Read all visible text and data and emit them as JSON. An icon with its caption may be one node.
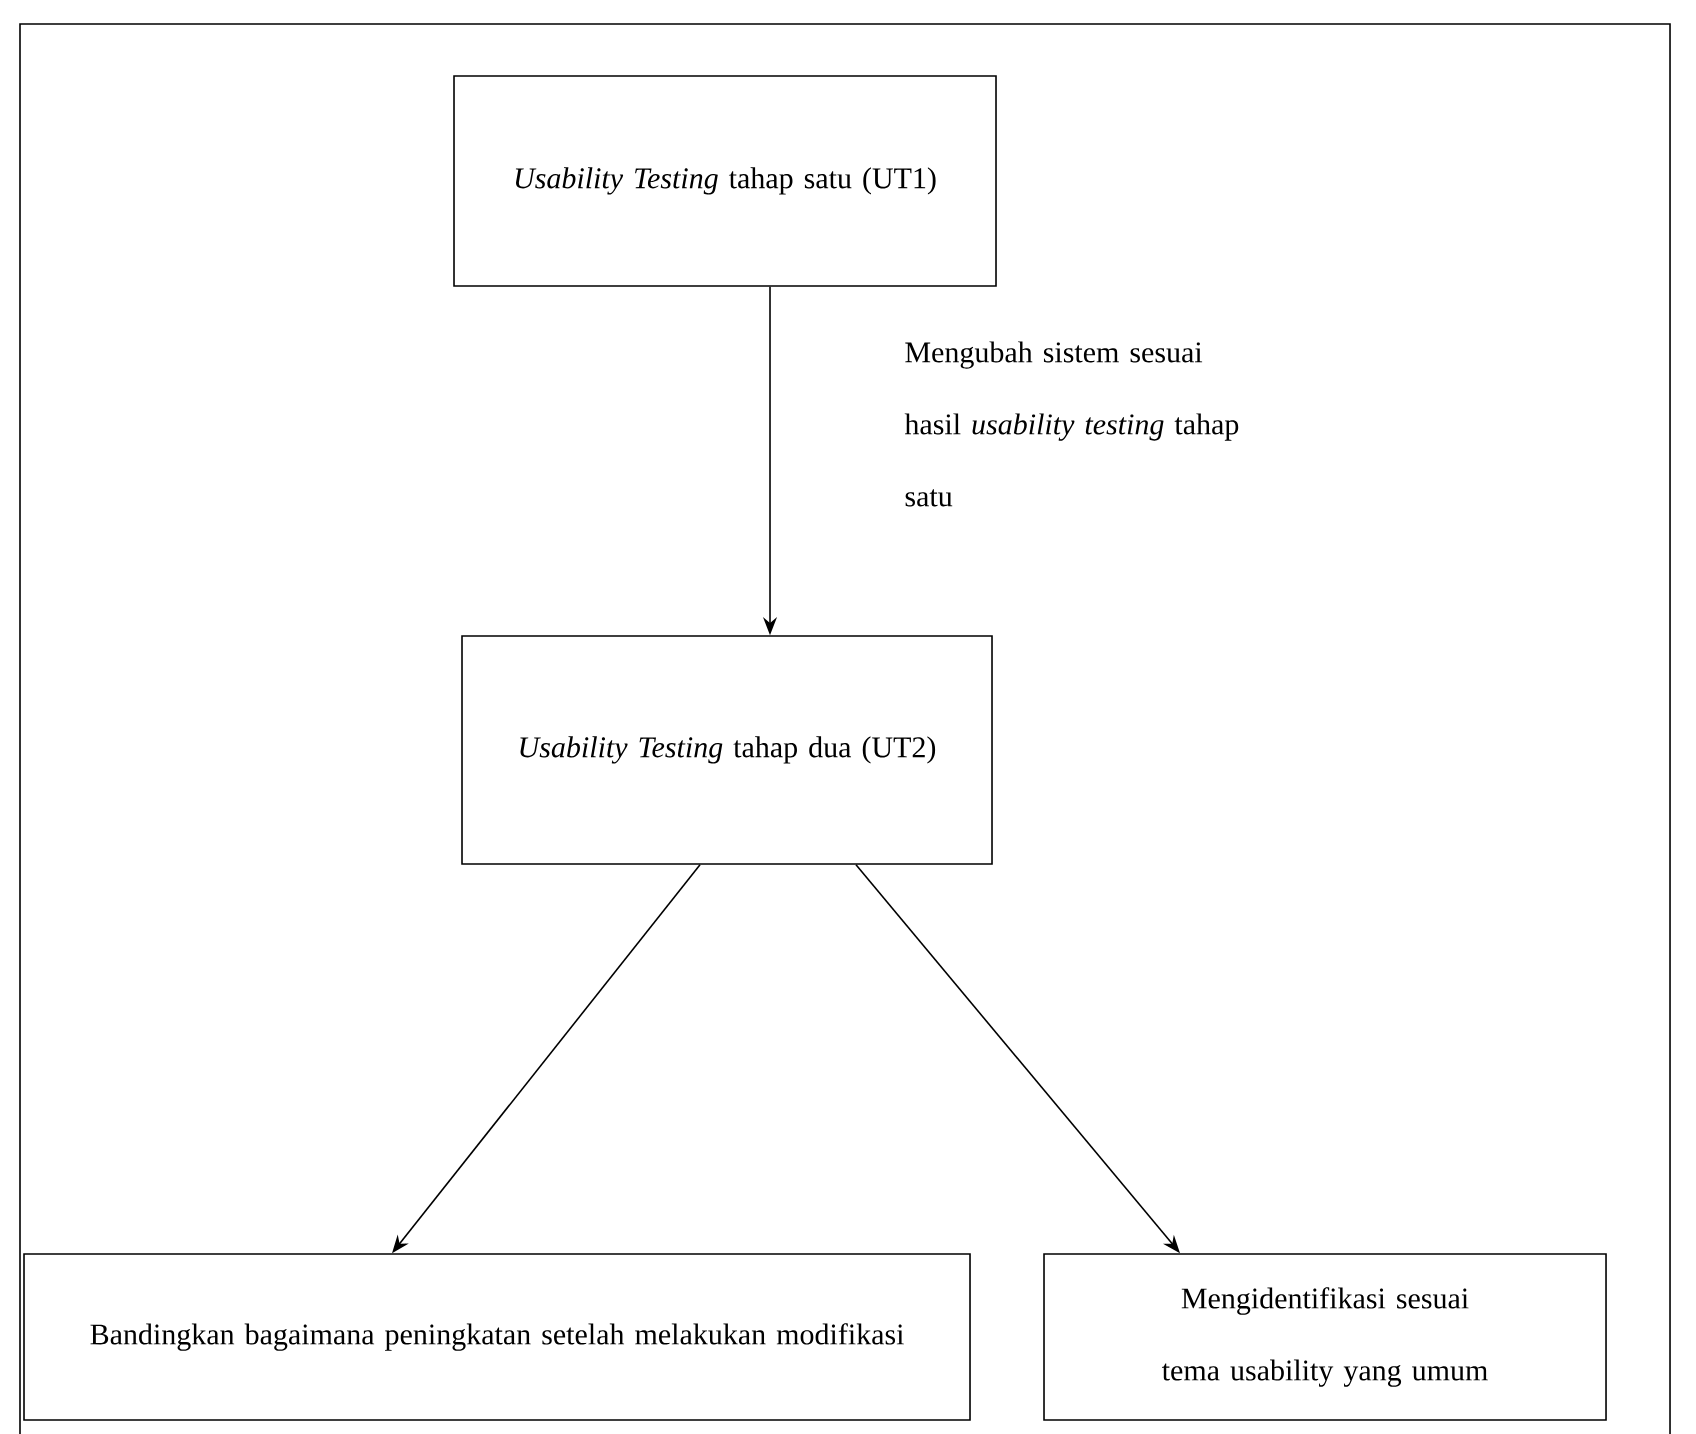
{
  "diagram": {
    "nodes": [
      {
        "text": [
          "*Usability Testing* tahap satu (UT1)"
        ]
      },
      {
        "text": [
          "*Usability Testing* tahap dua (UT2)"
        ]
      },
      {
        "text": [
          "Bandingkan bagaimana peningkatan setelah melakukan modifikasi"
        ]
      },
      {
        "text": [
          "Mengidentifikasi sesuai tema usability yang umum"
        ]
      }
    ],
    "edges": [
      {
        "from": 0,
        "to": 1,
        "arrow": "to",
        "label": "Mengubah sistem sesuai hasil *usability testing* tahap satu"
      },
      {
        "from": 1,
        "to": 2,
        "arrow": "to"
      },
      {
        "from": 1,
        "to": 3,
        "arrow": "to"
      }
    ]
  }
}
